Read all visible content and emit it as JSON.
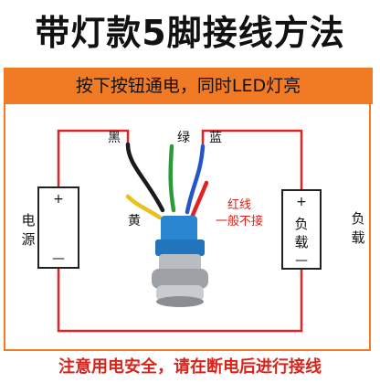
{
  "title": "带灯款5脚接线方法",
  "banner": "按下按钮通电，同时LED灯亮",
  "power_label": "电源",
  "load_label": "负载",
  "load_side_label": "负载",
  "plus_sign": "+",
  "minus_sign": "—",
  "wire_labels": {
    "black": "黑",
    "green": "绿",
    "blue": "蓝",
    "yellow": "黄"
  },
  "note_red_line": "红线",
  "note_not_connected": "一般不接",
  "footer": "注意用电安全，请在断电后进行接线",
  "colors": {
    "accent_orange": "#f07b24",
    "wire_red": "#e02424",
    "wire_black": "#1a1a1a",
    "wire_green": "#2a9b3a",
    "wire_blue": "#2456c8",
    "wire_yellow": "#e8c21a",
    "switch_blue": "#2a86d1",
    "warning_red": "#d9241c"
  }
}
